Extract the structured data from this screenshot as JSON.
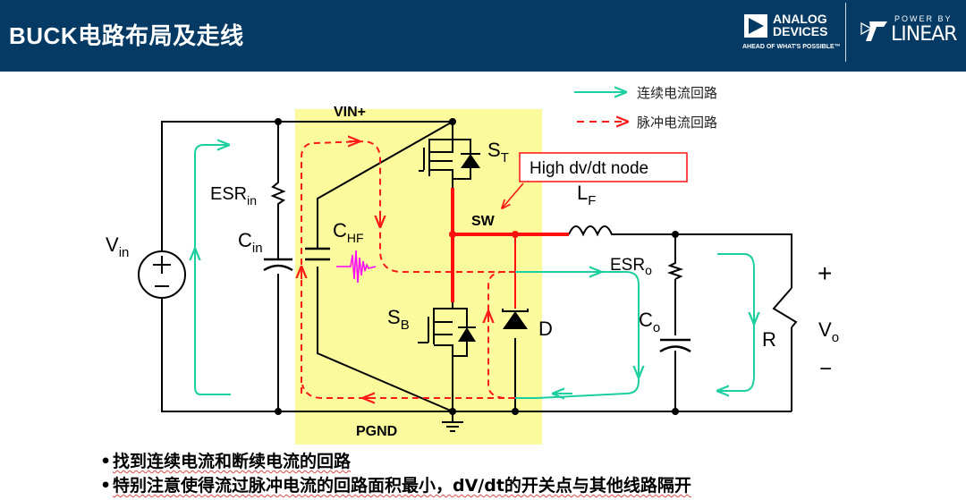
{
  "header": {
    "title": "BUCK电路布局及走线",
    "adi_logo": {
      "line1": "ANALOG",
      "line2": "DEVICES",
      "tagline": "AHEAD OF WHAT'S POSSIBLE™"
    },
    "linear_logo": {
      "prefix": "POWER BY",
      "name": "LINEAR"
    },
    "background_color": "#053a64"
  },
  "legend": {
    "items": [
      {
        "label": "连续电流回路",
        "style": "solid-arrow",
        "color": "#1ccfa0"
      },
      {
        "label": "脉冲电流回路",
        "style": "dashed-arrow",
        "color": "#ff1a1a"
      }
    ]
  },
  "circuit": {
    "labels": {
      "vin_plus": "VIN+",
      "pgnd": "PGND",
      "sw": "SW",
      "vin": "V",
      "vin_sub": "in",
      "esr_in": "ESR",
      "esr_in_sub": "in",
      "c_in": "C",
      "c_in_sub": "in",
      "c_hf": "C",
      "c_hf_sub": "HF",
      "s_t": "S",
      "s_t_sub": "T",
      "s_b": "S",
      "s_b_sub": "B",
      "d": "D",
      "l_f": "L",
      "l_f_sub": "F",
      "esr_o": "ESR",
      "esr_o_sub": "o",
      "c_o": "C",
      "c_o_sub": "o",
      "r": "R",
      "vo": "V",
      "vo_sub": "o",
      "plus": "+",
      "minus": "−"
    },
    "callout": "High dv/dt node",
    "colors": {
      "highlight": "#fbfb9e",
      "wire": "#000000",
      "sw_node": "#ff1010",
      "continuous": "#1ccfa0",
      "pulse": "#ff1a1a",
      "ringing": "#ff00ff"
    }
  },
  "bullets": [
    "找到连续电流和断续电流的回路",
    "特别注意使得流过脉冲电流的回路面积最小，dV/dt的开关点与其他线路隔开"
  ]
}
